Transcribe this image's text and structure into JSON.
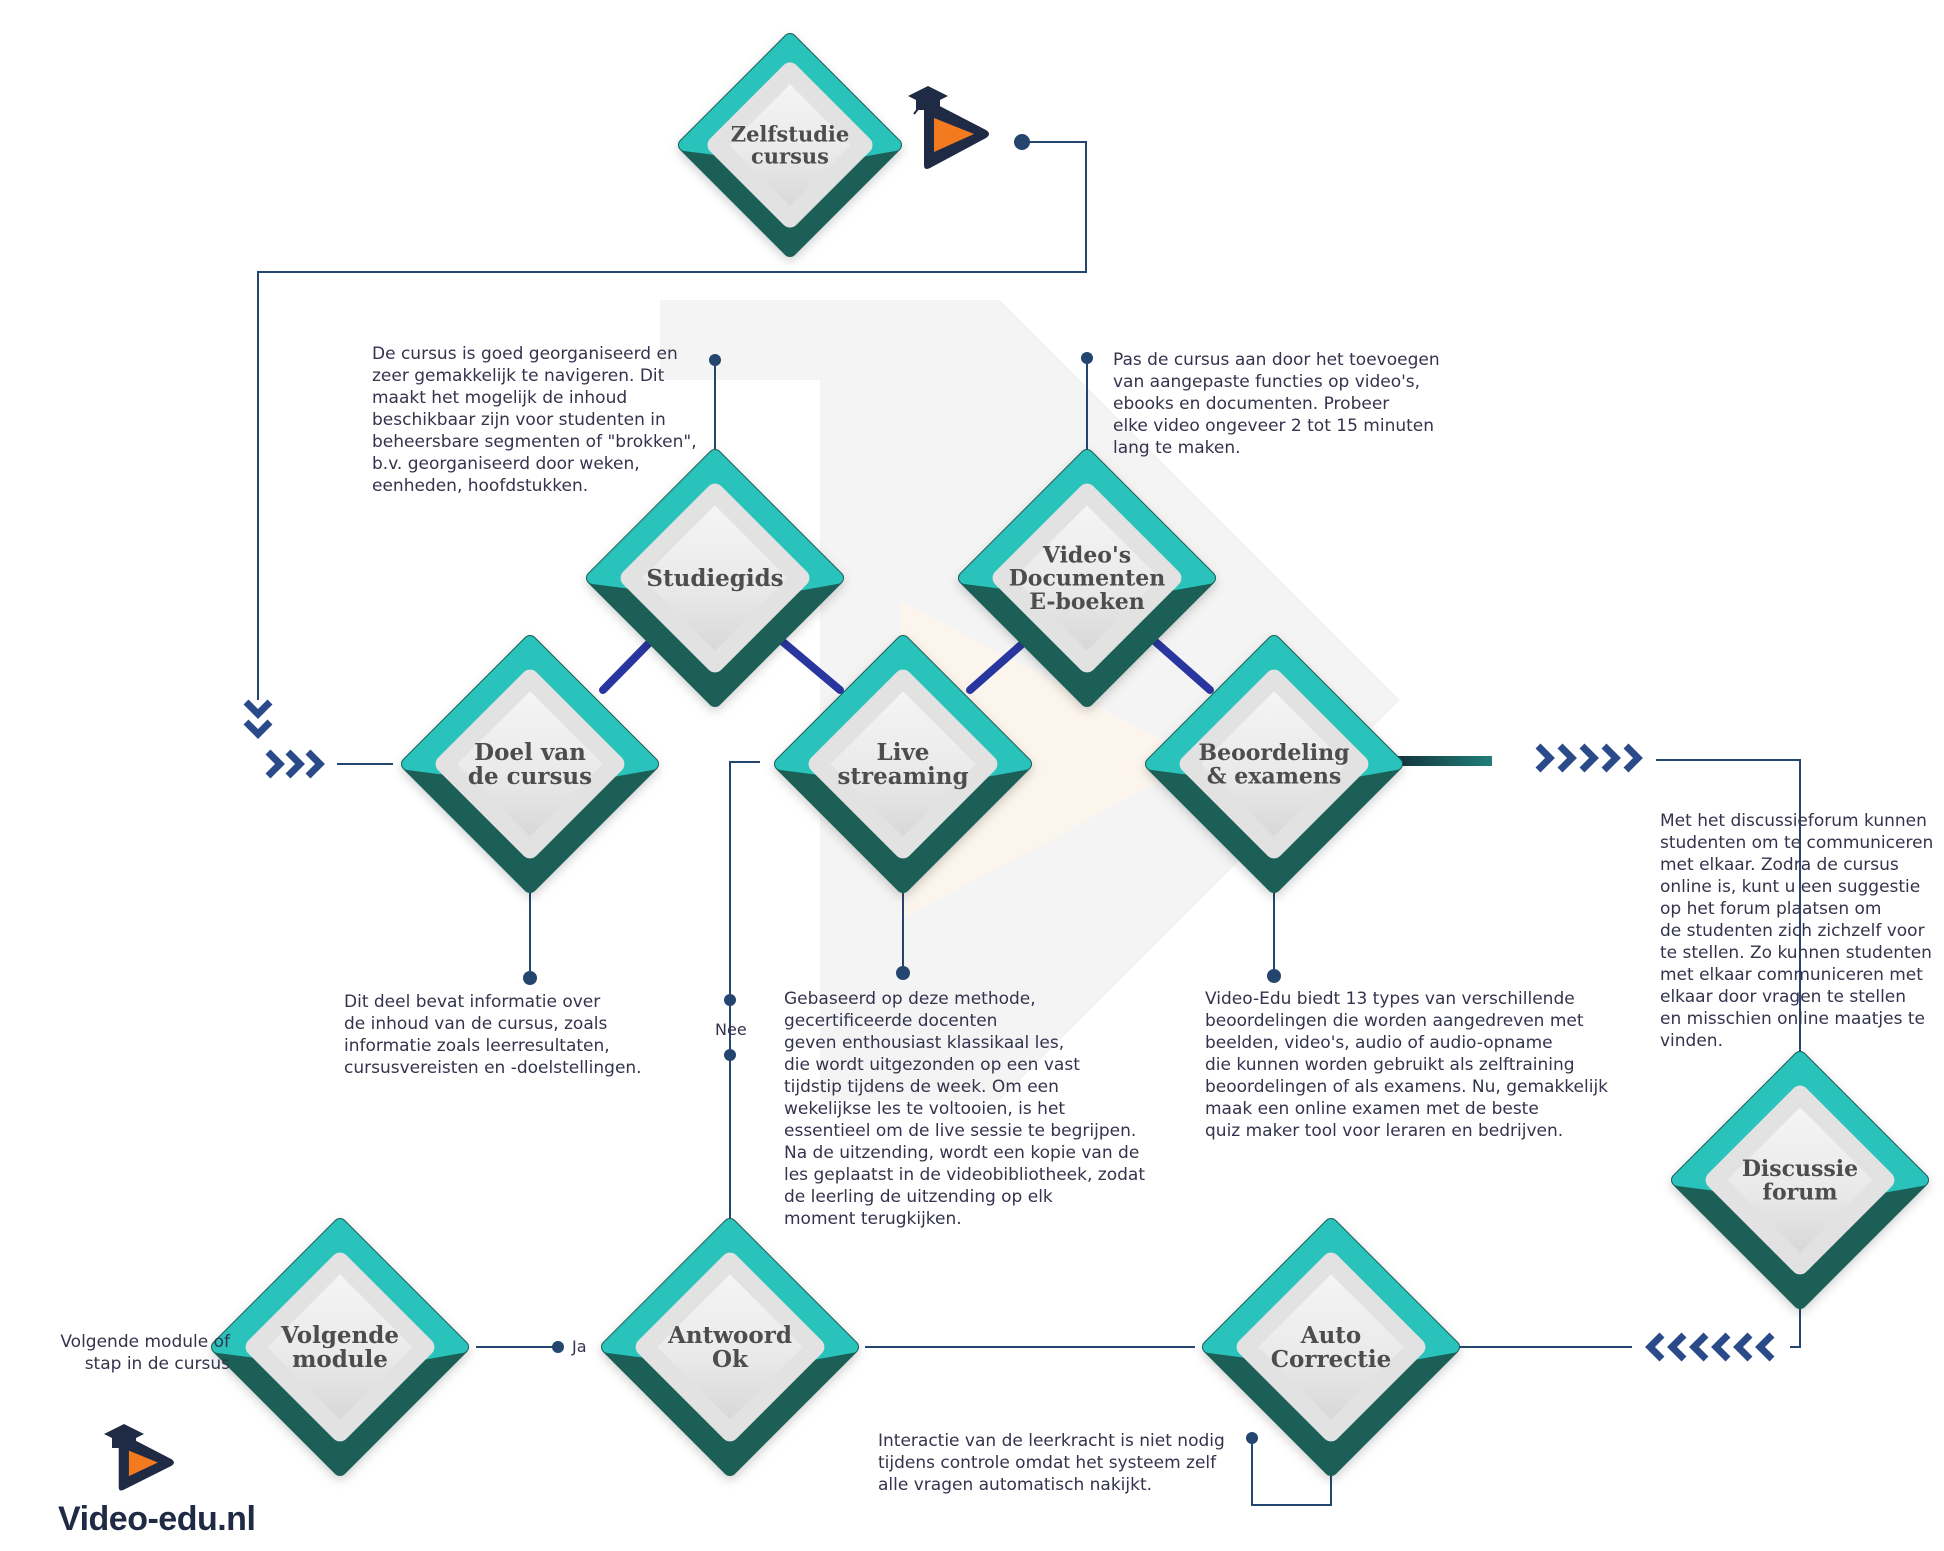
{
  "colors": {
    "teal_light": "#29c3bc",
    "teal_dark": "#1a5e57",
    "line": "#24466e",
    "chevron": "#2b4a8a",
    "accent_orange": "#f47a1f",
    "connector_blue": "#2a36a0",
    "watermark": "#ececec",
    "label": "#4d4d4d",
    "text": "#33334d"
  },
  "nodes": {
    "zelfstudie": {
      "line1": "Zelfstudie",
      "line2": "cursus"
    },
    "studiegids": {
      "line1": "Studiegids"
    },
    "videos": {
      "line1": "Video's",
      "line2": "Documenten",
      "line3": "E-boeken"
    },
    "doel": {
      "line1": "Doel van",
      "line2": "de cursus"
    },
    "live": {
      "line1": "Live",
      "line2": "streaming"
    },
    "beoordeling": {
      "line1": "Beoordeling",
      "line2": "& examens"
    },
    "discussie": {
      "line1": "Discussie",
      "line2": "forum"
    },
    "volgende": {
      "line1": "Volgende",
      "line2": "module"
    },
    "antwoord": {
      "line1": "Antwoord",
      "line2": "Ok"
    },
    "auto": {
      "line1": "Auto",
      "line2": "Correctie"
    }
  },
  "notes": {
    "studiegids": "De cursus is goed georganiseerd en\nzeer gemakkelijk te navigeren. Dit\nmaakt het mogelijk de inhoud\nbeschikbaar zijn voor studenten in\nbeheersbare segmenten of \"brokken\",\nb.v. georganiseerd door weken,\neenheden, hoofdstukken.",
    "videos": "Pas de cursus aan door het toevoegen\nvan aangepaste functies op video's,\nebooks en documenten. Probeer\nelke video ongeveer 2 tot 15 minuten\nlang te maken.",
    "doel": "Dit deel bevat informatie over\nde inhoud van de cursus, zoals\ninformatie zoals leerresultaten,\ncursusvereisten en -doelstellingen.",
    "live": "Gebaseerd op deze methode,\ngecertificeerde docenten\ngeven enthousiast klassikaal les,\ndie wordt uitgezonden op een vast\ntijdstip tijdens de week. Om een\nwekelijkse les te voltooien, is het\nessentieel om de live sessie te begrijpen.\nNa de uitzending, wordt een kopie van de\nles geplaatst in de videobibliotheek, zodat\nde leerling de uitzending op elk\nmoment terugkijken.",
    "beoordeling": "Video-Edu biedt 13 types van verschillende\nbeoordelingen die worden aangedreven met\nbeelden, video's, audio of audio-opname\ndie kunnen worden gebruikt als zelftraining\nbeoordelingen of als examens. Nu, gemakkelijk\nmaak een online examen met de beste\nquiz maker tool voor leraren en bedrijven.",
    "discussie": "Met het discussieforum kunnen\nstudenten om te communiceren\nmet elkaar. Zodra de cursus\nonline is, kunt u een suggestie\nop het forum plaatsen om\nde studenten zich zichzelf voor\nte stellen. Zo kunnen studenten\nmet elkaar communiceren met\nelkaar door vragen te stellen\nen misschien online maatjes te\nvinden.",
    "volgende": "Volgende module of\nstap in de cursus",
    "auto": "Interactie van de leerkracht is niet nodig\ntijdens controle omdat het systeem zelf\nalle vragen automatisch nakijkt."
  },
  "edge_labels": {
    "nee": "Nee",
    "ja": "Ja"
  },
  "brand": {
    "name": "Video-edu.nl"
  },
  "icons": [
    "logo-icon",
    "graduation-cap-icon",
    "play-icon",
    "chevron-right-icon",
    "chevron-left-icon",
    "chevron-down-icon"
  ]
}
